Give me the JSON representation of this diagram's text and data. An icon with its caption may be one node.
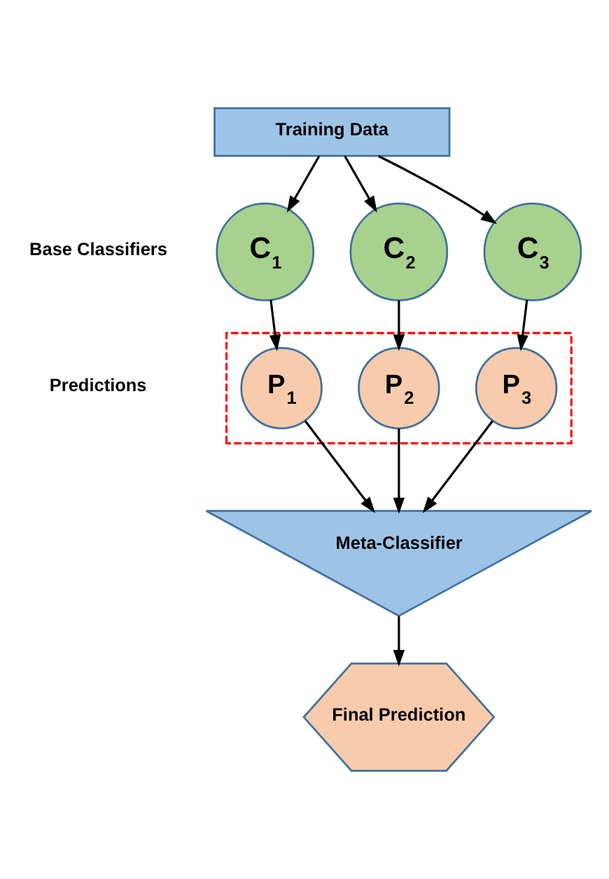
{
  "diagram": {
    "nodes": [
      {
        "text": [
          "Training Data"
        ]
      },
      {
        "text": [
          "C$_{1}$"
        ]
      },
      {
        "text": [
          "C$_{2}$"
        ]
      },
      {
        "text": [
          "C$_{3}$"
        ]
      },
      {
        "text": [],
        "shape": "box"
      },
      {
        "text": [
          "P$_{1}$"
        ],
        "in": 4
      },
      {
        "text": [
          "P$_{2}$"
        ],
        "in": 4
      },
      {
        "text": [
          "P$_{3}$"
        ],
        "in": 4
      },
      {
        "text": [
          "Meta-Classifier"
        ]
      },
      {
        "text": [
          "Final Prediction"
        ]
      }
    ],
    "edges": [
      {
        "from": 0,
        "to": 1,
        "arrow": "to"
      },
      {
        "from": 0,
        "to": 2,
        "arrow": "to"
      },
      {
        "from": 0,
        "to": 3,
        "arrow": "to"
      },
      {
        "from": 1,
        "to": 5,
        "arrow": "to"
      },
      {
        "from": 2,
        "to": 6,
        "arrow": "to"
      },
      {
        "from": 3,
        "to": 7,
        "arrow": "to"
      },
      {
        "from": 5,
        "to": 8,
        "arrow": "to"
      },
      {
        "from": 6,
        "to": 8,
        "arrow": "to"
      },
      {
        "from": 7,
        "to": 8,
        "arrow": "to"
      },
      {
        "from": 8,
        "to": 9,
        "arrow": "to"
      }
    ],
    "labels": [
      "Base Classifiers",
      "Predictions"
    ]
  }
}
